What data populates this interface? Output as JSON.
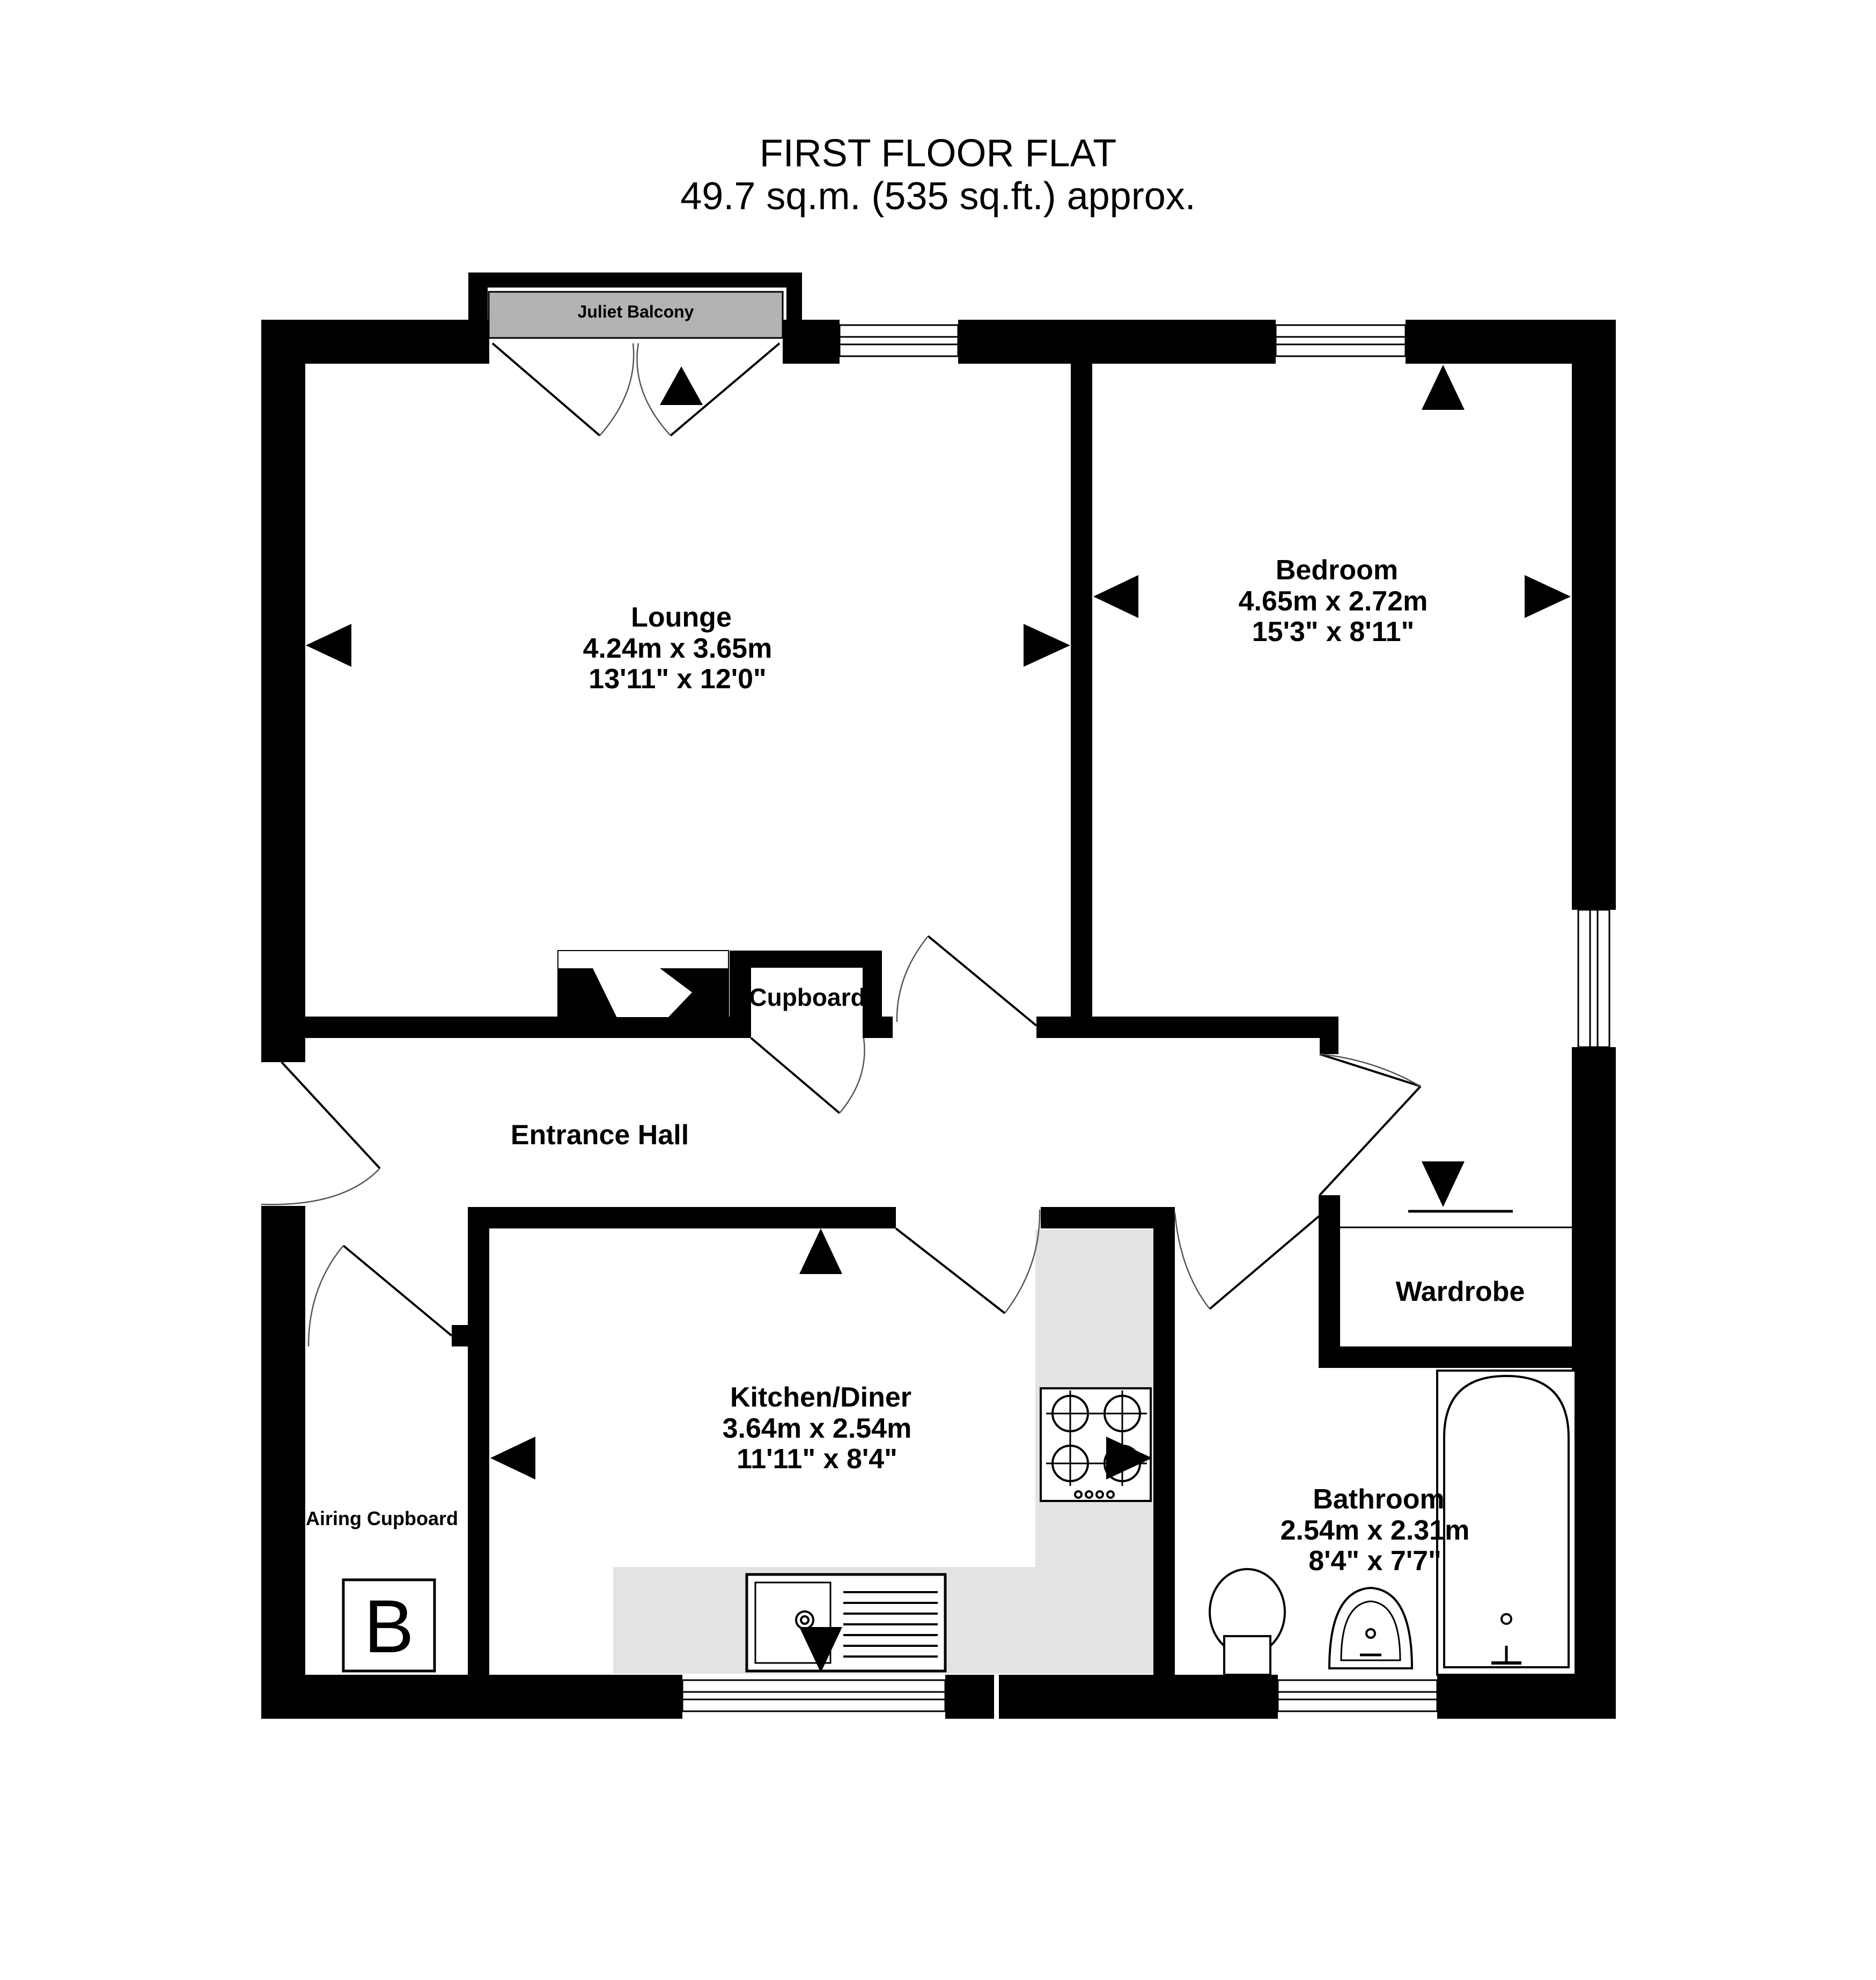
{
  "header": {
    "title": "FIRST FLOOR FLAT",
    "area": "49.7 sq.m. (535 sq.ft.) approx."
  },
  "rooms": {
    "lounge": {
      "name": "Lounge",
      "metric": "4.24m  x 3.65m",
      "imperial": "13'11\"  x 12'0\""
    },
    "bedroom": {
      "name": "Bedroom",
      "metric": "4.65m  x 2.72m",
      "imperial": "15'3\"  x 8'11\""
    },
    "kitchen": {
      "name": "Kitchen/Diner",
      "metric": "3.64m  x 2.54m",
      "imperial": "11'11\"  x 8'4\""
    },
    "bathroom": {
      "name": "Bathroom",
      "metric": "2.54m  x 2.31m",
      "imperial": "8'4\"  x 7'7\""
    }
  },
  "labels": {
    "juliet_balcony": "Juliet Balcony",
    "cupboard": "Cupboard",
    "entrance_hall": "Entrance Hall",
    "wardrobe": "Wardrobe",
    "airing_cupboard": "Airing Cupboard",
    "boiler": "B"
  },
  "colors": {
    "wall": "#000000",
    "balcony_fill": "#b3b3b3",
    "worktop_fill": "#e3e3e3"
  },
  "icons": [
    "boiler-icon",
    "hob-icon",
    "sink-icon",
    "bath-icon",
    "toilet-icon",
    "basin-icon",
    "orientation-arrow-icon"
  ]
}
